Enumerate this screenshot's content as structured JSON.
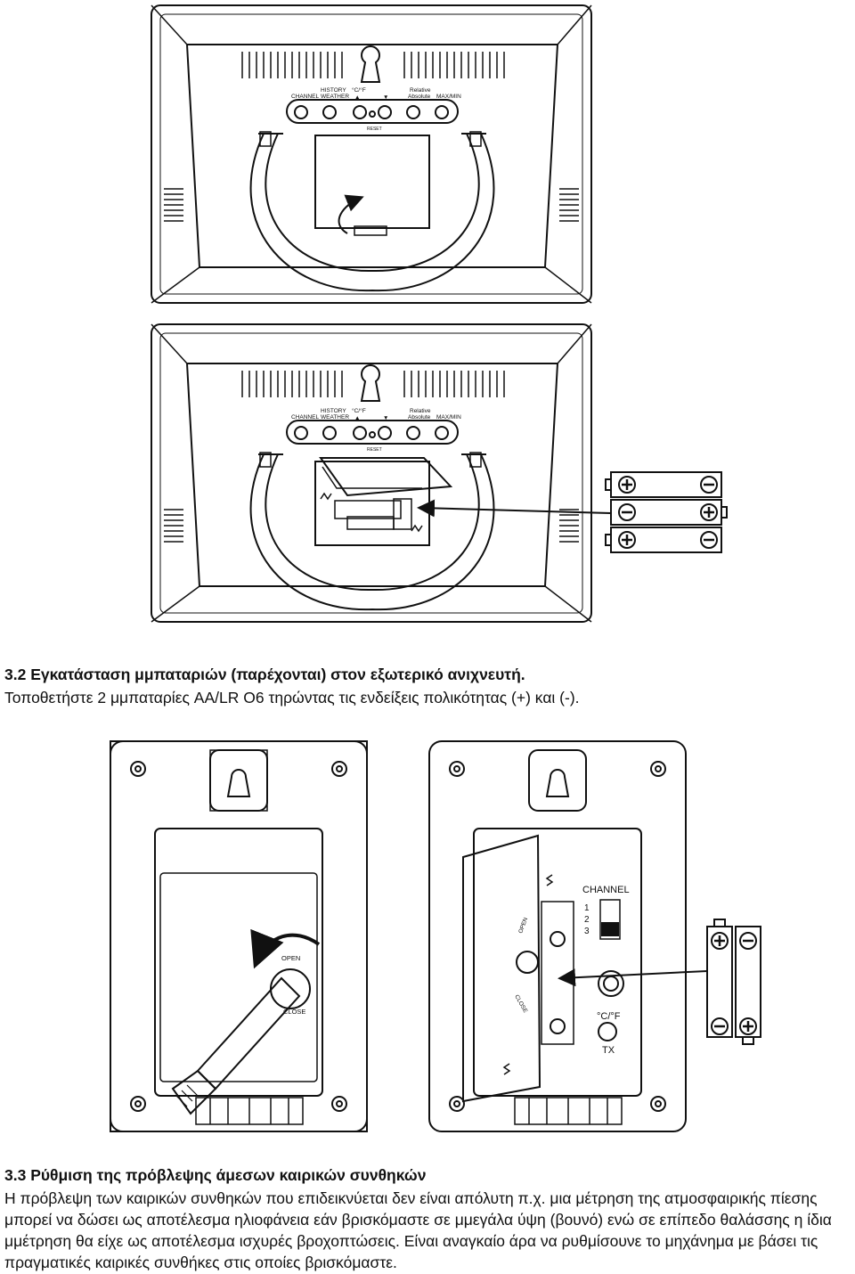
{
  "station": {
    "labels": {
      "channel": "CHANNEL",
      "history": "HISTORY",
      "weather": "WEATHER",
      "unit": "°C/°F",
      "up": "▲",
      "down": "▼",
      "relative": "Relative",
      "absolute": "Absolute",
      "maxmin": "MAX/MIN",
      "reset": "RESET"
    }
  },
  "sensor": {
    "open": "OPEN",
    "close": "CLOSE",
    "channel": "CHANNEL",
    "ch1": "1",
    "ch2": "2",
    "ch3": "3",
    "unit": "°C/°F",
    "tx": "TX"
  },
  "section_32": {
    "heading": "3.2 Εγκατάσταση μμπαταριών (παρέχονται) στον εξωτερικό ανιχνευτή.",
    "body": "Τοποθετήστε 2 μμπαταρίες AA/LR O6 τηρώντας τις ενδείξεις πολικότητας (+) και (-)."
  },
  "section_33": {
    "heading": "3.3 Ρύθμιση της πρόβλεψης άμεσων καιρικών συνθηκών",
    "lines": [
      "Η πρόβλεψη των καιρικών συνθηκών που επιδεικνύεται δεν είναι απόλυτη π.χ. μια μέτρηση της ατμοσφαιρικής πίεσης",
      "μπορεί να δώσει ως αποτέλεσμα ηλιοφάνεια εάν βρισκόμαστε σε μμεγάλα ύψη (βουνό) ενώ σε επίπεδο θαλάσσης η ίδια",
      "μμέτρηση θα είχε ως αποτέλεσμα ισχυρές βροχοπτώσεις. Είναι αναγκαίο άρα να ρυθμίσουνε το μηχάνημα με βάσει τις",
      "πραγματικές καιρικές συνθήκες στις οποίες βρισκόμαστε."
    ]
  }
}
